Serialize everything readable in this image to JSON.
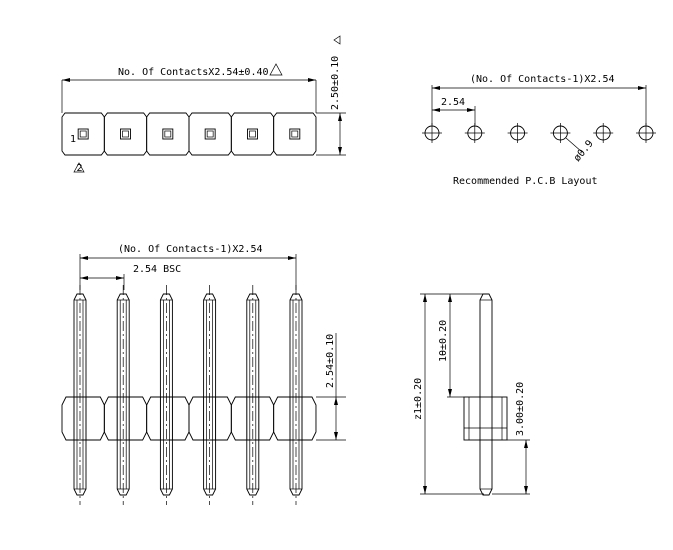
{
  "contacts_shown": 6,
  "top_view": {
    "length_dim": "No. Of ContactsX2.54±0.40",
    "height_dim": "2.50±0.10",
    "pin1_label": "1",
    "note_marker": "2"
  },
  "pcb_layout": {
    "span_dim": "(No. Of Contacts-1)X2.54",
    "pitch_dim": "2.54",
    "hole_dim": "ø0.9",
    "caption": "Recommended P.C.B Layout"
  },
  "front_view": {
    "span_dim": "(No. Of Contacts-1)X2.54",
    "pitch_dim": "2.54 BSC",
    "height_dim": "2.54±0.10"
  },
  "side_view": {
    "total_dim": "z1±0.20",
    "upper_dim": "1θ±0.20",
    "lower_dim": "3.00±0.20"
  }
}
